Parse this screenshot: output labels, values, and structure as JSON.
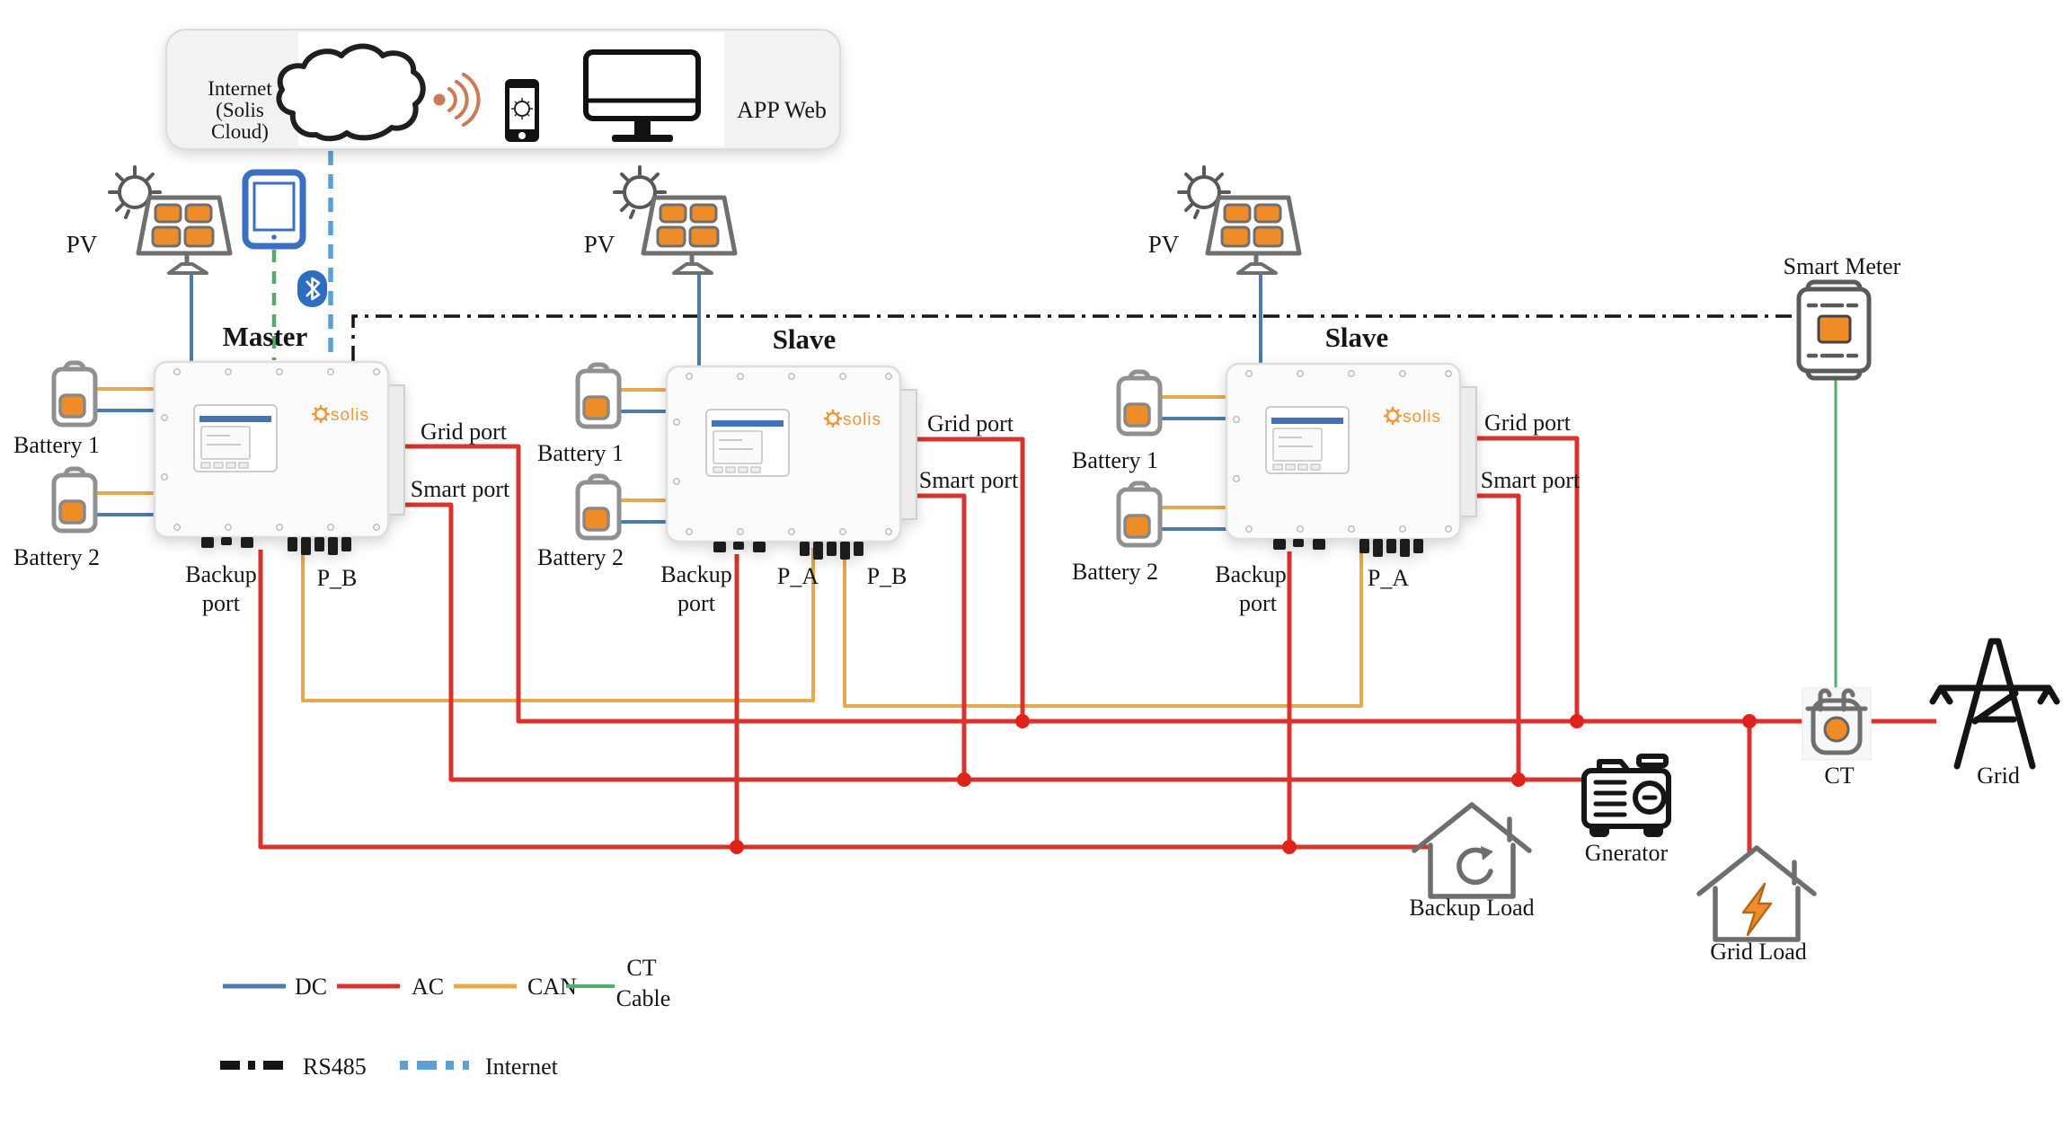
{
  "colors": {
    "dc": "#4c7cac",
    "ac": "#d6342c",
    "can": "#e5a94e",
    "ct_cable": "#4fae6e",
    "rs485": "#141414",
    "internet": "#5aa1d8",
    "device_orange": "#ee8c28",
    "solis_orange": "#f0953a"
  },
  "cloud": {
    "line1": "Internet",
    "line2": "(Solis",
    "line3": "Cloud)",
    "right_label": "APP Web"
  },
  "inverters": {
    "master": {
      "role": "Master",
      "pv": "PV",
      "logo": "solis",
      "battery1": "Battery 1",
      "battery2": "Battery 2",
      "grid": "Grid port",
      "smart": "Smart port",
      "backup1": "Backup",
      "backup2": "port",
      "pb": "P_B"
    },
    "slave1": {
      "role": "Slave",
      "pv": "PV",
      "logo": "solis",
      "battery1": "Battery 1",
      "battery2": "Battery 2",
      "grid": "Grid port",
      "smart": "Smart port",
      "backup1": "Backup",
      "backup2": "port",
      "pa": "P_A",
      "pb": "P_B"
    },
    "slave2": {
      "role": "Slave",
      "pv": "PV",
      "logo": "solis",
      "battery1": "Battery 1",
      "battery2": "Battery 2",
      "grid": "Grid port",
      "smart": "Smart port",
      "backup1": "Backup",
      "backup2": "port",
      "pa": "P_A"
    }
  },
  "devices": {
    "smart_meter": "Smart Meter",
    "ct": "CT",
    "grid": "Grid",
    "generator": "Gnerator",
    "backup_load": "Backup Load",
    "grid_load": "Grid  Load"
  },
  "legend": {
    "dc": "DC",
    "ac": "AC",
    "can": "CAN",
    "ct1": "CT",
    "ct2": "Cable",
    "rs485": "RS485",
    "internet": "Internet"
  }
}
